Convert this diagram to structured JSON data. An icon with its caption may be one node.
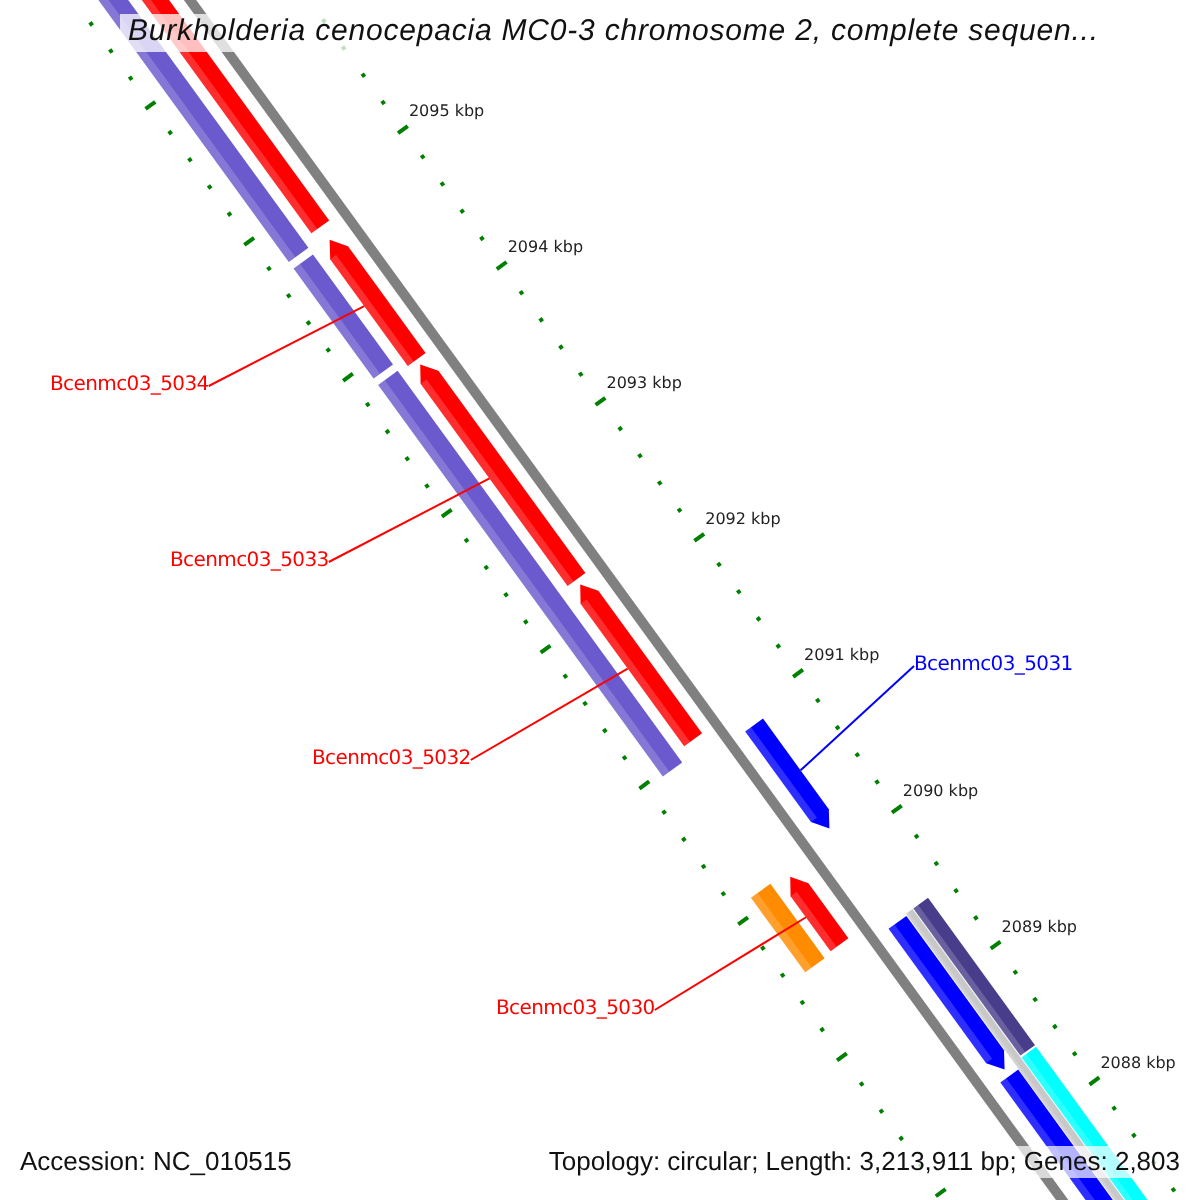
{
  "diagram": {
    "title": "Burkholderia cenocepacia MC0-3 chromosome 2, complete sequen...",
    "nodes": [
      {
        "text": [
          "Bcenmc03_5034"
        ]
      },
      {
        "text": [
          "Bcenmc03_5033"
        ]
      },
      {
        "text": [
          "Bcenmc03_5032"
        ]
      },
      {
        "text": [
          "Bcenmc03_5031"
        ]
      },
      {
        "text": [
          "Bcenmc03_5030"
        ]
      },
      {
        "text": [],
        "shape": "bar"
      },
      {
        "text": [],
        "shape": "bar"
      },
      {
        "text": [],
        "shape": "bar"
      },
      {
        "text": [],
        "shape": "bar"
      },
      {
        "text": [],
        "shape": "bar"
      }
    ],
    "edges": [
      {
        "from": 0,
        "to": 5,
        "arrow": "none"
      },
      {
        "from": 1,
        "to": 6,
        "arrow": "none"
      },
      {
        "from": 2,
        "to": 7,
        "arrow": "none"
      },
      {
        "from": 3,
        "to": 8,
        "arrow": "none",
        "color": "#0000ff"
      },
      {
        "from": 4,
        "to": 9,
        "arrow": "none"
      }
    ],
    "labels": [
      "2095 kbp",
      "2094 kbp",
      "2093 kbp",
      "2092 kbp",
      "2091 kbp",
      "2090 kbp",
      "2089 kbp",
      "2088 kbp",
      "Accession: NC_010515",
      "Topology: circular; Length: 3,213,911 bp; Genes: 2,803"
    ]
  }
}
